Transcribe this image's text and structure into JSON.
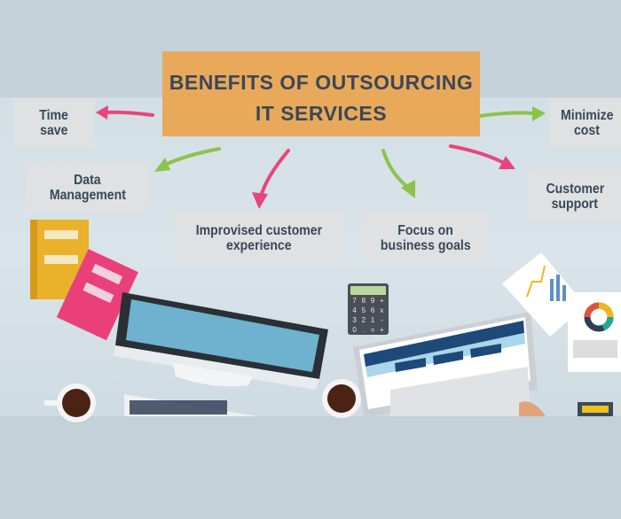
{
  "title": {
    "line1": "BENEFITS OF OUTSOURCING",
    "line2": "IT SERVICES"
  },
  "benefits": [
    {
      "line1": "Time",
      "line2": "save"
    },
    {
      "line1": "Minimize",
      "line2": "cost"
    },
    {
      "line1": "Data",
      "line2": "Management"
    },
    {
      "line1": "Customer",
      "line2": "support"
    },
    {
      "line1": "Improvised customer",
      "line2": "experience"
    },
    {
      "line1": "Focus on",
      "line2": "business goals"
    }
  ],
  "calculator_keys": [
    "7",
    "8",
    "9",
    "+",
    "4",
    "5",
    "6",
    "x",
    "3",
    "2",
    "1",
    "-",
    "0",
    ".",
    "=",
    "+"
  ],
  "colors": {
    "title_bg": "#e8a95a",
    "box_bg": "#dfe1e3",
    "text": "#3a4759",
    "arrow_pink": "#e8457e",
    "arrow_green": "#8cc34a"
  }
}
